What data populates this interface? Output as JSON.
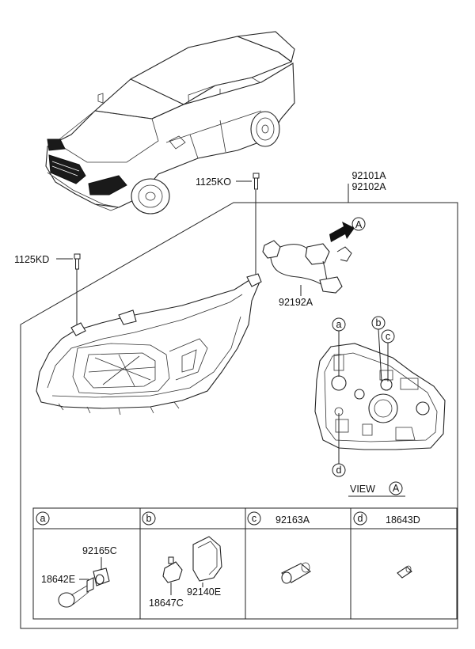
{
  "parts": {
    "headlamp_assembly_lh": "92101A",
    "headlamp_assembly_rh": "92102A",
    "screw_top": "1125KO",
    "screw_left": "1125KD",
    "wiring_harness": "92192A"
  },
  "view": {
    "label": "VIEW",
    "marker": "A"
  },
  "callouts": {
    "a": "a",
    "b": "b",
    "c": "c",
    "d": "d"
  },
  "table": {
    "col_a": {
      "letter": "a",
      "header": "",
      "part1": "92165C",
      "part2": "18642E"
    },
    "col_b": {
      "letter": "b",
      "header": "",
      "part1": "18647C",
      "part2": "92140E"
    },
    "col_c": {
      "letter": "c",
      "header": "92163A"
    },
    "col_d": {
      "letter": "d",
      "header": "18643D"
    }
  }
}
